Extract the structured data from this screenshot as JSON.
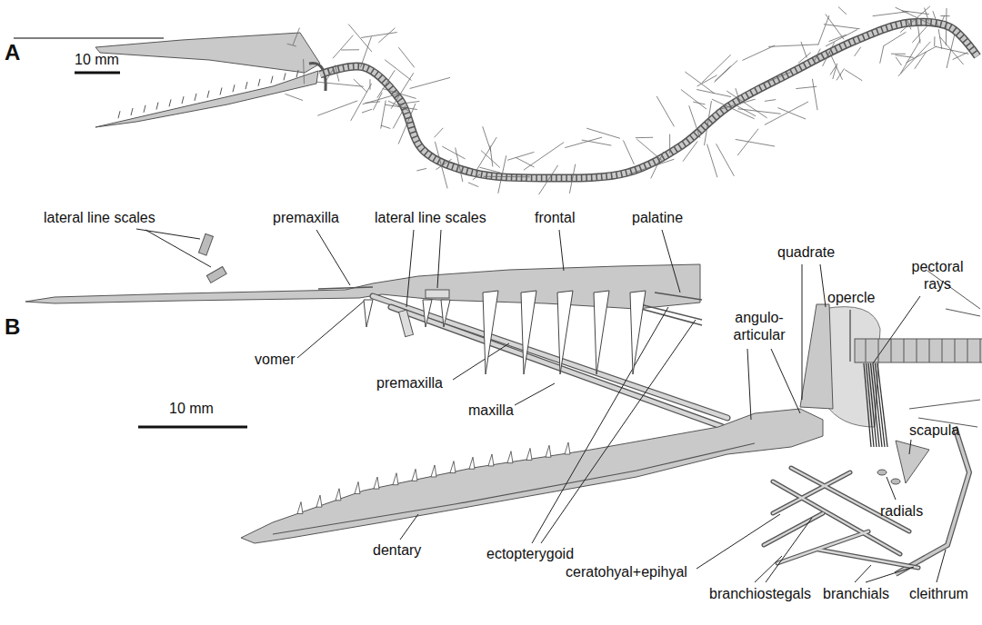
{
  "diagram": {
    "labels": [
      "A",
      "10 mm",
      "B",
      "lateral line scales",
      "premaxilla",
      "lateral line scales",
      "frontal",
      "palatine",
      "quadrate",
      "pectoral rays",
      "opercle",
      "angulo- articular",
      "vomer",
      "premaxilla",
      "maxilla",
      "scapula",
      "radials",
      "10 mm",
      "dentary",
      "ectopterygoid",
      "ceratohyal+epihyal",
      "branchiostegals",
      "branchials",
      "cleithrum"
    ]
  }
}
